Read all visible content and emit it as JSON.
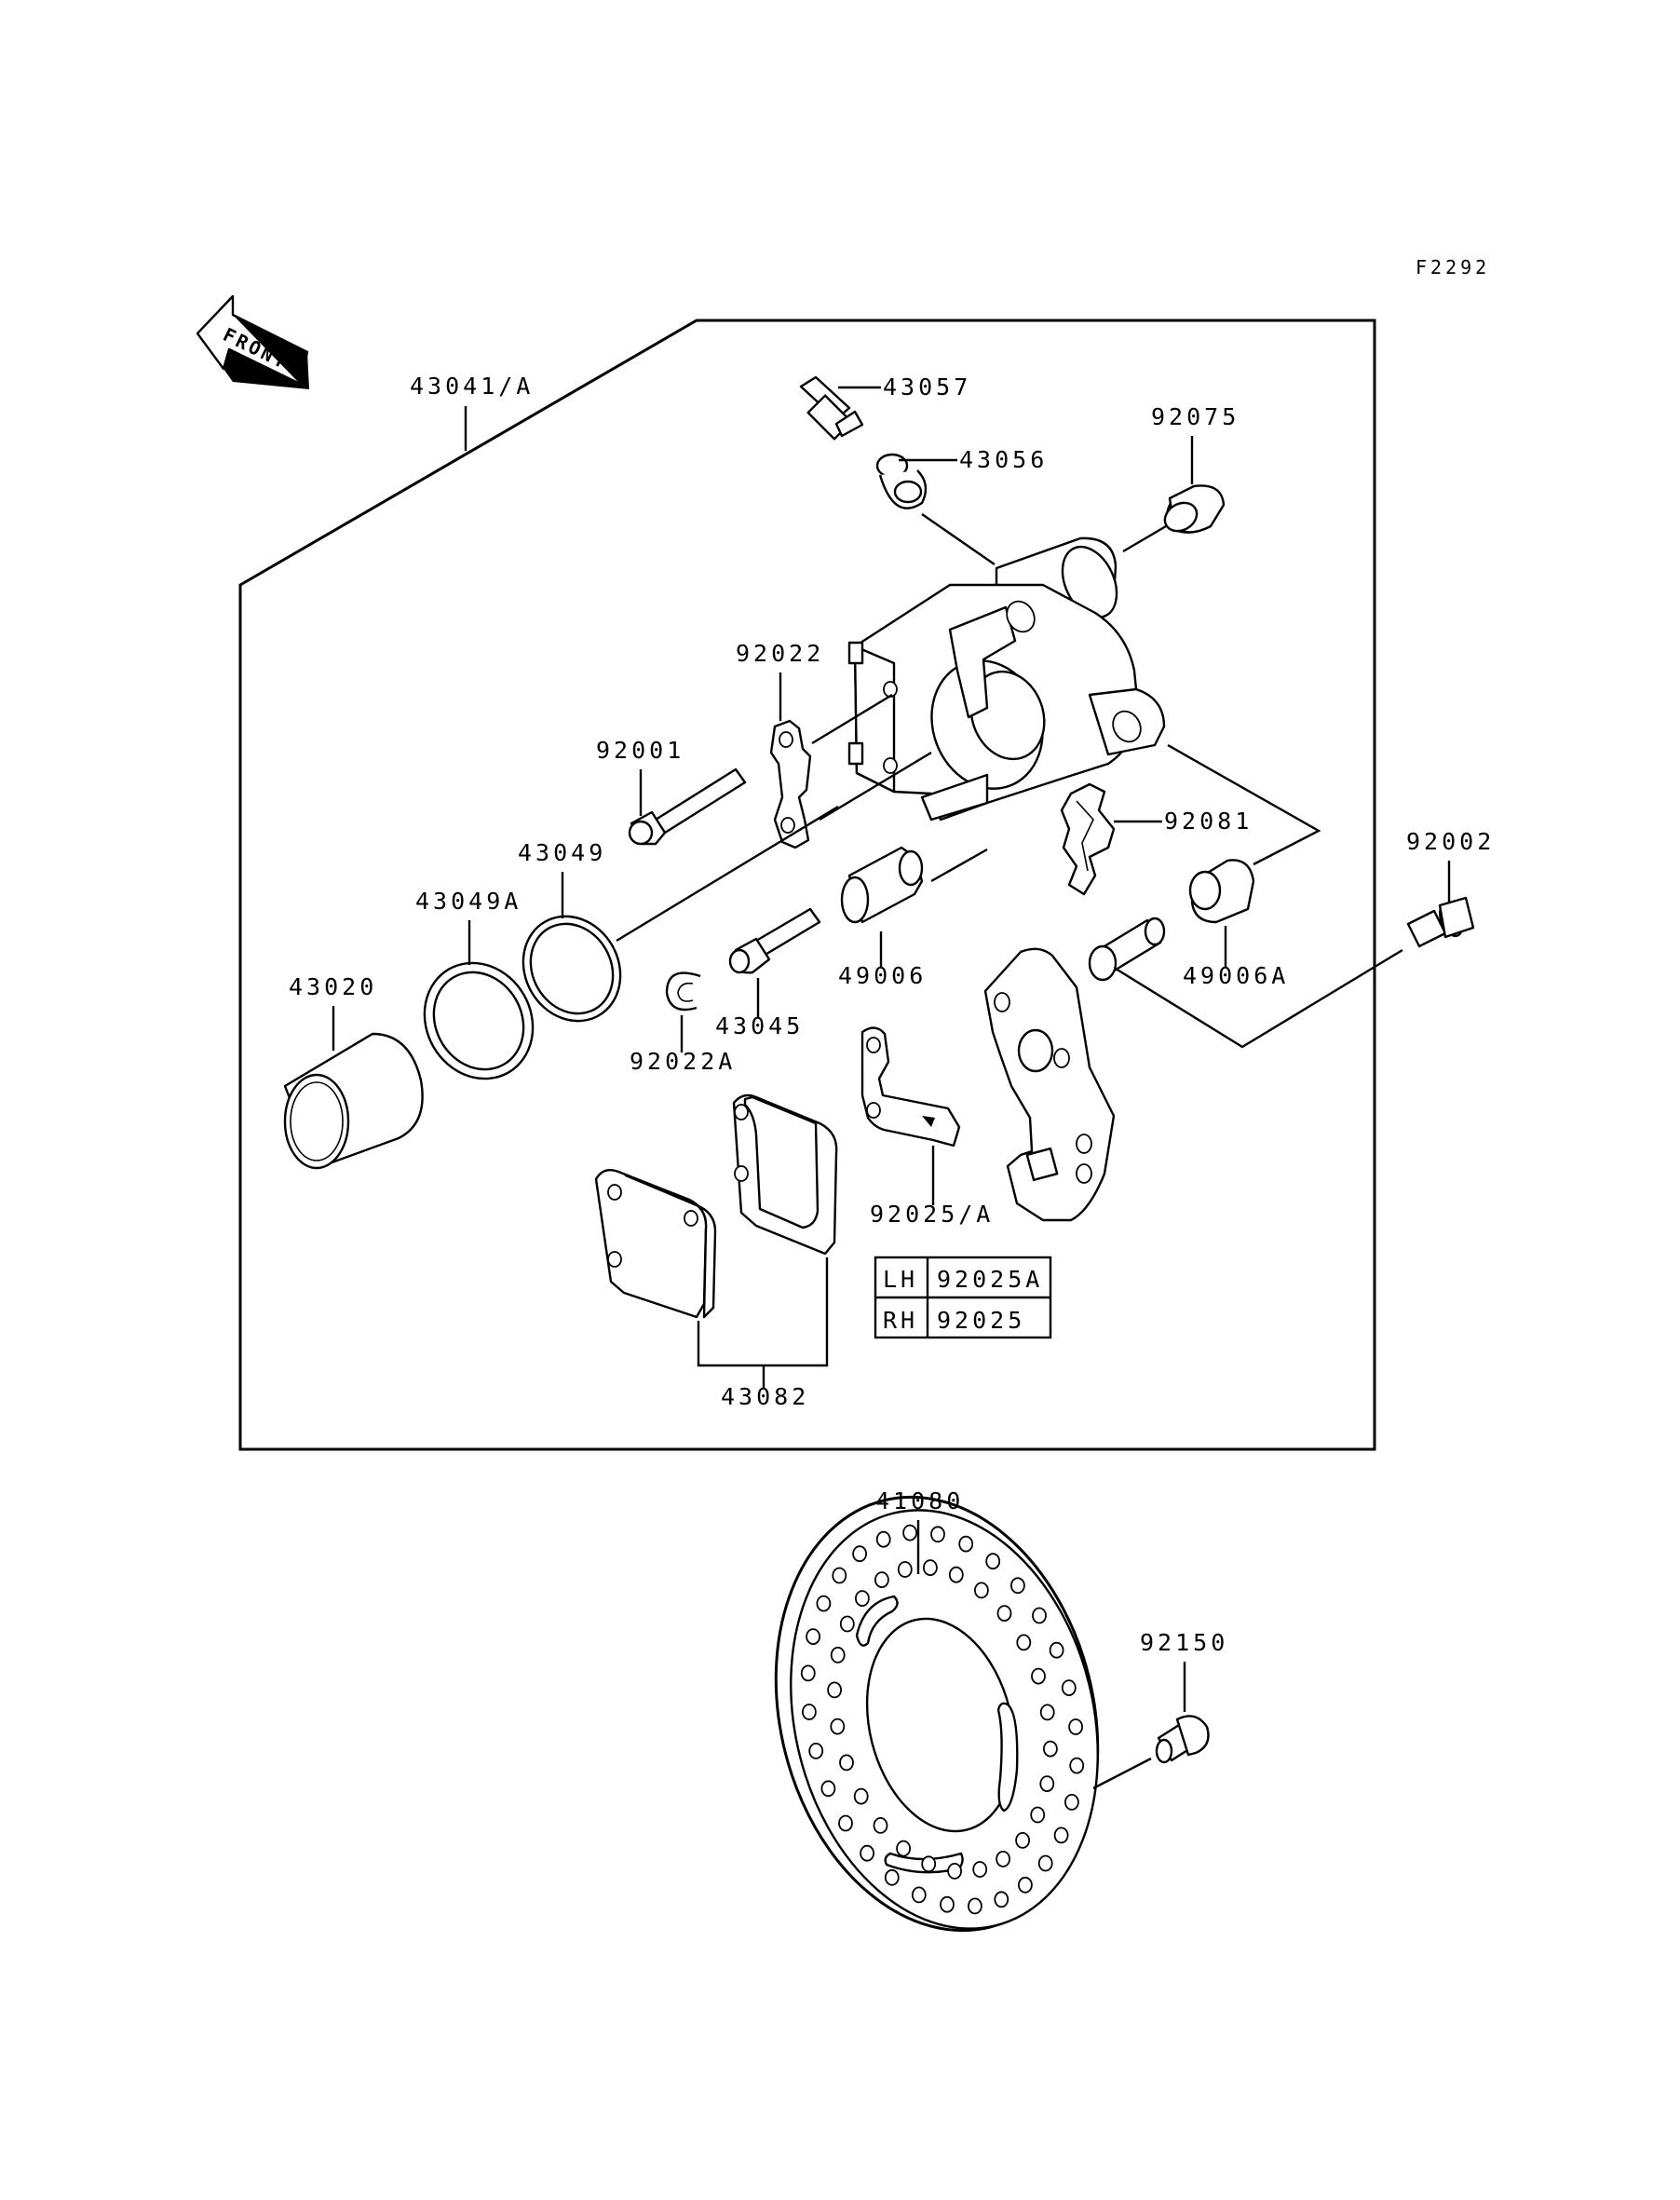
{
  "diagram": {
    "code": "F2292",
    "front_label": "FRONT",
    "parts": [
      {
        "id": "kit",
        "number": "43041/A"
      },
      {
        "id": "bleeder",
        "number": "43057"
      },
      {
        "id": "bleeder-cap",
        "number": "43056"
      },
      {
        "id": "boot",
        "number": "92075"
      },
      {
        "id": "pad-spring-plate",
        "number": "92022"
      },
      {
        "id": "pin-bolt",
        "number": "92001"
      },
      {
        "id": "spring",
        "number": "92081"
      },
      {
        "id": "bolt",
        "number": "92002"
      },
      {
        "id": "piston-seal",
        "number": "43049"
      },
      {
        "id": "dust-seal",
        "number": "43049A"
      },
      {
        "id": "piston",
        "number": "43020"
      },
      {
        "id": "sleeve",
        "number": "49006"
      },
      {
        "id": "sleeve-boot",
        "number": "49006A"
      },
      {
        "id": "pin",
        "number": "43045"
      },
      {
        "id": "circlip",
        "number": "92022A"
      },
      {
        "id": "pad-spring",
        "number": "92025/A"
      },
      {
        "id": "pads",
        "number": "43082"
      },
      {
        "id": "disc",
        "number": "41080"
      },
      {
        "id": "disc-bolt",
        "number": "92150"
      }
    ],
    "side_table": [
      {
        "side": "LH",
        "part": "92025A"
      },
      {
        "side": "RH",
        "part": "92025"
      }
    ]
  }
}
